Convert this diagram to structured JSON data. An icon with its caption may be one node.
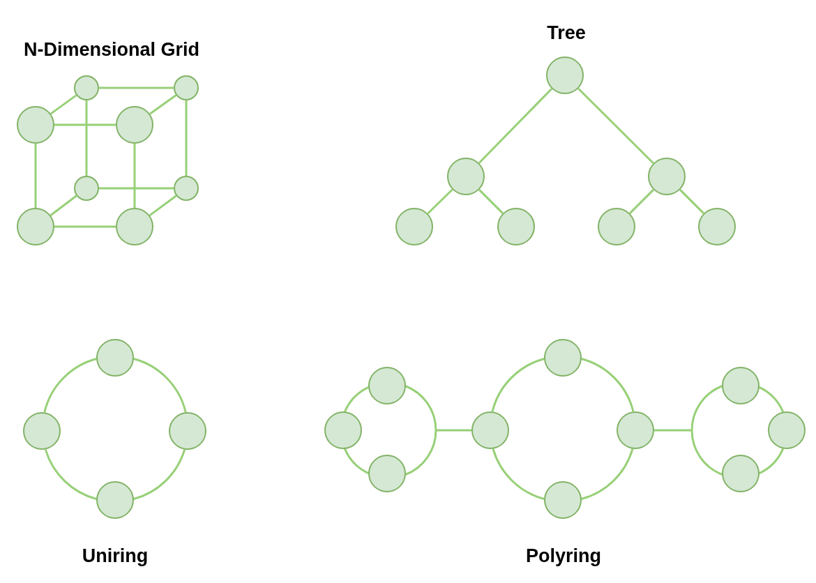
{
  "diagram": {
    "nodes": [
      {
        "text": [],
        "shape": "circle"
      },
      {
        "text": [],
        "shape": "circle"
      },
      {
        "text": [],
        "shape": "circle"
      },
      {
        "text": [],
        "shape": "circle"
      },
      {
        "text": [],
        "shape": "circle"
      },
      {
        "text": [],
        "shape": "circle"
      },
      {
        "text": [],
        "shape": "circle"
      },
      {
        "text": [],
        "shape": "circle"
      },
      {
        "text": [],
        "shape": "circle"
      },
      {
        "text": [],
        "shape": "circle"
      },
      {
        "text": [],
        "shape": "circle"
      },
      {
        "text": [],
        "shape": "circle"
      },
      {
        "text": [],
        "shape": "circle"
      },
      {
        "text": [],
        "shape": "circle"
      },
      {
        "text": [],
        "shape": "circle"
      },
      {
        "text": [],
        "shape": "circle"
      },
      {
        "text": [],
        "shape": "circle"
      },
      {
        "text": [],
        "shape": "circle"
      },
      {
        "text": [],
        "shape": "circle"
      },
      {
        "text": [],
        "shape": "circle"
      },
      {
        "text": [],
        "shape": "circle"
      },
      {
        "text": [],
        "shape": "circle"
      },
      {
        "text": [],
        "shape": "circle"
      },
      {
        "text": [],
        "shape": "circle"
      },
      {
        "text": [],
        "shape": "circle"
      },
      {
        "text": [],
        "shape": "circle"
      },
      {
        "text": [],
        "shape": "circle"
      },
      {
        "text": [],
        "shape": "circle"
      },
      {
        "text": [],
        "shape": "circle"
      }
    ],
    "edges": [
      {
        "from": 0,
        "to": 1,
        "arrow": "none"
      },
      {
        "from": 0,
        "to": 2,
        "arrow": "none"
      },
      {
        "from": 1,
        "to": 3,
        "arrow": "none"
      },
      {
        "from": 2,
        "to": 3,
        "arrow": "none"
      },
      {
        "from": 0,
        "to": 4,
        "arrow": "none"
      },
      {
        "from": 1,
        "to": 5,
        "arrow": "none"
      },
      {
        "from": 2,
        "to": 6,
        "arrow": "none"
      },
      {
        "from": 3,
        "to": 7,
        "arrow": "none"
      },
      {
        "from": 4,
        "to": 5,
        "arrow": "none"
      },
      {
        "from": 4,
        "to": 6,
        "arrow": "none"
      },
      {
        "from": 5,
        "to": 7,
        "arrow": "none"
      },
      {
        "from": 6,
        "to": 7,
        "arrow": "none"
      },
      {
        "from": 8,
        "to": 9,
        "arrow": "none"
      },
      {
        "from": 8,
        "to": 10,
        "arrow": "none"
      },
      {
        "from": 9,
        "to": 11,
        "arrow": "none"
      },
      {
        "from": 9,
        "to": 12,
        "arrow": "none"
      },
      {
        "from": 10,
        "to": 13,
        "arrow": "none"
      },
      {
        "from": 10,
        "to": 14,
        "arrow": "none"
      },
      {
        "from": 15,
        "to": 17,
        "arrow": "none"
      },
      {
        "from": 17,
        "to": 18,
        "arrow": "none"
      },
      {
        "from": 18,
        "to": 16,
        "arrow": "none"
      },
      {
        "from": 16,
        "to": 15,
        "arrow": "none"
      },
      {
        "from": 19,
        "to": 20,
        "arrow": "none"
      },
      {
        "from": 20,
        "to": 21,
        "arrow": "none"
      },
      {
        "from": 21,
        "to": 19,
        "arrow": "none"
      },
      {
        "from": null,
        "to": 23,
        "arrow": "none"
      },
      {
        "from": 22,
        "to": 24,
        "arrow": "none"
      },
      {
        "from": 24,
        "to": 25,
        "arrow": "none"
      },
      {
        "from": 25,
        "to": 23,
        "arrow": "none"
      },
      {
        "from": 23,
        "to": 22,
        "arrow": "none"
      },
      {
        "from": 24,
        "to": null,
        "arrow": "none"
      },
      {
        "from": 26,
        "to": 27,
        "arrow": "none"
      },
      {
        "from": 27,
        "to": 28,
        "arrow": "none"
      },
      {
        "from": 28,
        "to": 26,
        "arrow": "none"
      }
    ],
    "labels": [
      "N-Dimensional Grid",
      "Tree",
      "Uniring",
      "Polyring"
    ]
  }
}
